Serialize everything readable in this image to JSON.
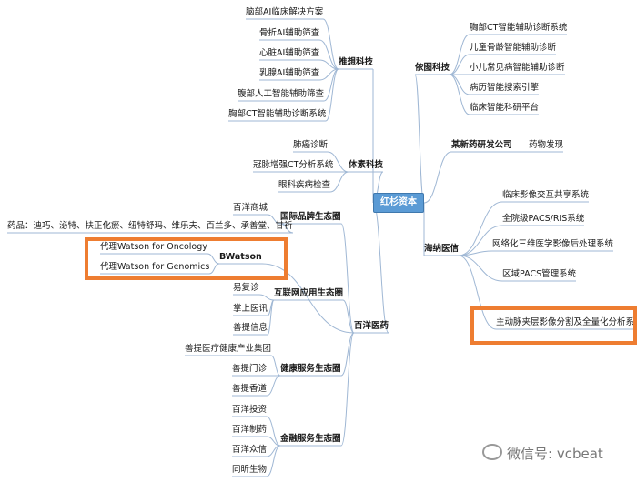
{
  "root": "红杉资本",
  "branches": {
    "tuixiang": {
      "label": "推想科技",
      "items": [
        "脑部AI临床解决方案",
        "骨折AI辅助筛查",
        "心脏AI辅助筛查",
        "乳腺AI辅助筛查",
        "腹部人工智能辅助筛查",
        "胸部CT智能辅助诊断系统"
      ]
    },
    "yitu": {
      "label": "依图科技",
      "items": [
        "胸部CT智能辅助诊断系统",
        "儿童骨龄智能辅助诊断",
        "小儿常见病智能辅助诊断",
        "病历智能搜索引擎",
        "临床智能科研平台"
      ]
    },
    "tisu": {
      "label": "体素科技",
      "items": [
        "肺癌诊断",
        "冠脉增强CT分析系统",
        "眼科疾病检查"
      ]
    },
    "pharma": {
      "label": "某新药研发公司",
      "items": [
        "药物发现"
      ]
    },
    "haina": {
      "label": "海纳医信",
      "items": [
        "临床影像交互共享系统",
        "全院级PACS/RIS系统",
        "网络化三维医学影像后处理系统",
        "区域PACS管理系统",
        "主动脉夹层影像分割及全量化分析系统"
      ]
    },
    "baiyang": {
      "label": "百洋医药",
      "intl": {
        "label": "国际品牌生态圈",
        "items": [
          "百洋商城",
          "药品：迪巧、泌特、扶正化瘀、纽特舒玛、维乐夫、百兰多、承善堂、甘祈"
        ]
      },
      "bwatson": {
        "label": "BWatson",
        "items": [
          "代理Watson for Oncology",
          "代理Watson for Genomics"
        ]
      },
      "internet": {
        "label": "互联网应用生态圈",
        "items": [
          "易复诊",
          "掌上医讯",
          "善提信息"
        ]
      },
      "health": {
        "label": "健康服务生态圈",
        "items": [
          "善提医疗健康产业集团",
          "善提门诊",
          "善提香道"
        ]
      },
      "finance": {
        "label": "金融服务生态圈",
        "items": [
          "百洋投资",
          "百洋制药",
          "百洋众信",
          "同昕生物"
        ]
      }
    }
  },
  "watermark": "微信号: vcbeat",
  "colors": {
    "root_fill": "#5b9bd5",
    "highlight": "#ee7d31",
    "link": "#9fb7d4"
  }
}
